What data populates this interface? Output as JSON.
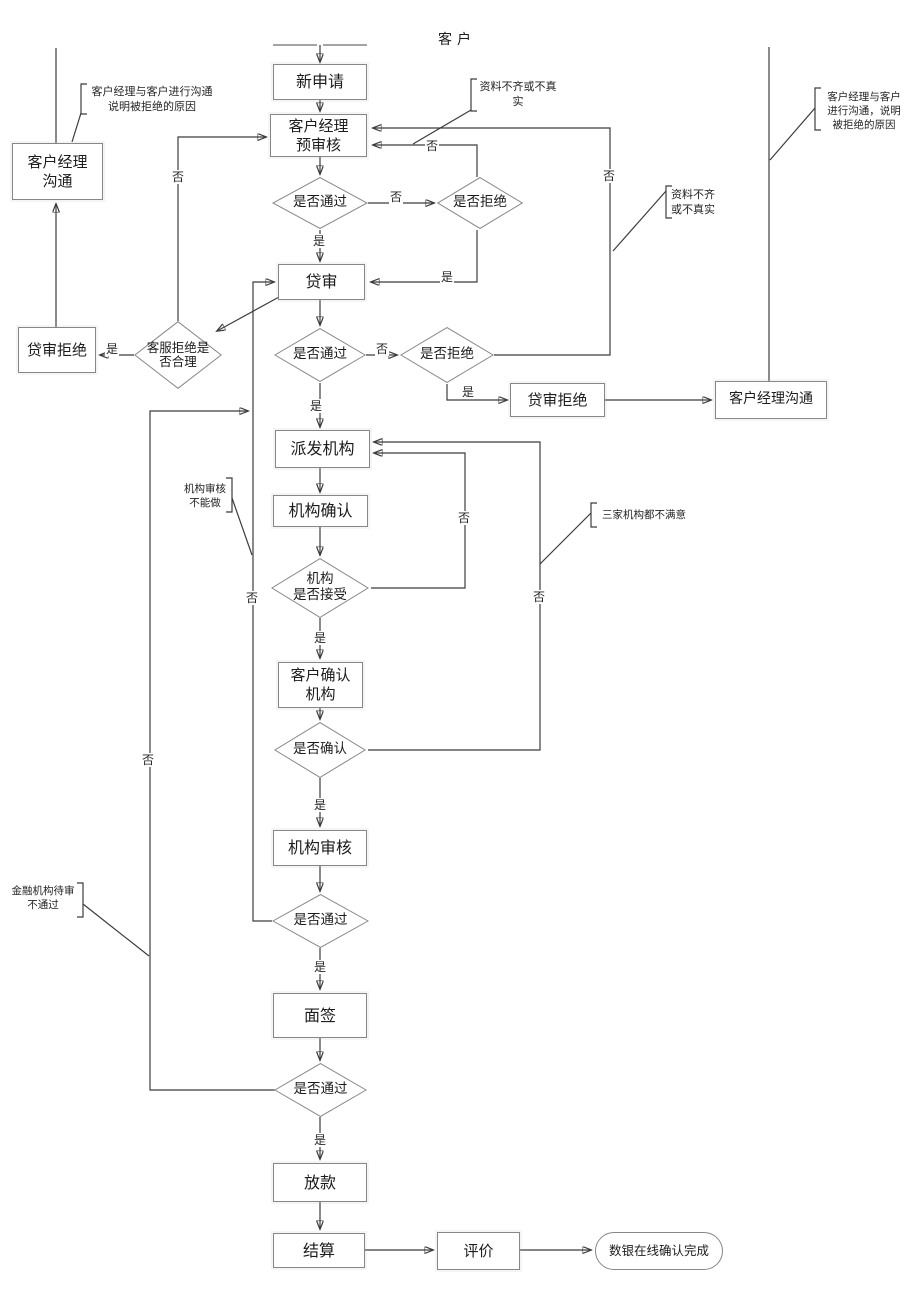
{
  "title": "客户",
  "labels": {
    "yes": "是",
    "no": "否"
  },
  "nodes": {
    "new_application": "新申请",
    "manager_precheck": "客户经理\n预审核",
    "pass_check": "是否通过",
    "reject_check": "是否拒绝",
    "loan_review": "贷审",
    "loan_reject": "贷审拒绝",
    "manager_comm": "客户经理沟通",
    "manager_comm_2line": "客户经理\n沟通",
    "cs_reject_reasonable": "客服拒绝是\n否合理",
    "dispatch_org": "派发机构",
    "org_confirm": "机构确认",
    "org_accept": "机构\n是否接受",
    "customer_confirm_org": "客户确认\n机构",
    "confirm_check": "是否确认",
    "org_review": "机构审核",
    "interview_sign": "面签",
    "disburse": "放款",
    "settle": "结算",
    "evaluate": "评价",
    "end_terminal": "数银在线确认完成"
  },
  "annotations": {
    "comm_left": "客户经理与客户进行沟通\n说明被拒绝的原因",
    "material_top": "资料不齐或不真\n实",
    "material_right": "资料不齐\n或不真实",
    "comm_right": "客户经理与客户\n进行沟通，说明\n被拒绝的原因",
    "org_cant_review": "机构审核\n不能做",
    "three_orgs_unsatisfied": "三家机构都不满意",
    "fin_org_pending_fail": "金融机构待审\n不通过"
  },
  "edges": [
    {
      "from": "客户",
      "to": "新申请",
      "label": ""
    },
    {
      "from": "新申请",
      "to": "客户经理预审核",
      "label": ""
    },
    {
      "from": "客户经理预审核",
      "to": "是否通过",
      "label": ""
    },
    {
      "from": "是否通过",
      "to": "贷审",
      "label": "是"
    },
    {
      "from": "是否通过",
      "to": "是否拒绝",
      "label": "否"
    },
    {
      "from": "是否拒绝",
      "to": "客户经理预审核",
      "label": "否"
    },
    {
      "from": "是否拒绝",
      "to": "贷审",
      "label": "是"
    },
    {
      "from": "贷审",
      "to": "是否通过2",
      "label": ""
    },
    {
      "from": "是否通过2",
      "to": "派发机构",
      "label": "是"
    },
    {
      "from": "是否通过2",
      "to": "是否拒绝2",
      "label": "否"
    },
    {
      "from": "是否拒绝2",
      "to": "客户经理预审核",
      "label": "否"
    },
    {
      "from": "是否拒绝2",
      "to": "贷审拒绝",
      "label": "是"
    },
    {
      "from": "贷审拒绝",
      "to": "客户经理沟通",
      "label": ""
    },
    {
      "from": "客户经理沟通",
      "to": "客户",
      "label": ""
    },
    {
      "from": "贷审",
      "to": "客服拒绝是否合理",
      "label": ""
    },
    {
      "from": "客服拒绝是否合理",
      "to": "贷审拒绝左",
      "label": "是"
    },
    {
      "from": "客服拒绝是否合理",
      "to": "客户经理预审核",
      "label": "否"
    },
    {
      "from": "贷审拒绝左",
      "to": "客户经理沟通左",
      "label": ""
    },
    {
      "from": "派发机构",
      "to": "机构确认",
      "label": ""
    },
    {
      "from": "机构确认",
      "to": "机构是否接受",
      "label": ""
    },
    {
      "from": "机构是否接受",
      "to": "客户确认机构",
      "label": "是"
    },
    {
      "from": "机构是否接受",
      "to": "派发机构",
      "label": "否"
    },
    {
      "from": "客户确认机构",
      "to": "是否确认",
      "label": ""
    },
    {
      "from": "是否确认",
      "to": "机构审核",
      "label": "是"
    },
    {
      "from": "是否确认",
      "to": "派发机构",
      "label": "否"
    },
    {
      "from": "机构审核",
      "to": "是否通过3",
      "label": ""
    },
    {
      "from": "是否通过3",
      "to": "面签",
      "label": "是"
    },
    {
      "from": "是否通过3",
      "to": "贷审",
      "label": "否"
    },
    {
      "from": "面签",
      "to": "是否通过4",
      "label": ""
    },
    {
      "from": "是否通过4",
      "to": "放款",
      "label": "是"
    },
    {
      "from": "是否通过4",
      "to": "贷审",
      "label": "否"
    },
    {
      "from": "放款",
      "to": "结算",
      "label": ""
    },
    {
      "from": "结算",
      "to": "评价",
      "label": ""
    },
    {
      "from": "评价",
      "to": "数银在线确认完成",
      "label": ""
    }
  ],
  "colors": {
    "line": "#3c3c3c",
    "border": "#878787",
    "text": "#1c1c1c",
    "background": "#ffffff"
  }
}
